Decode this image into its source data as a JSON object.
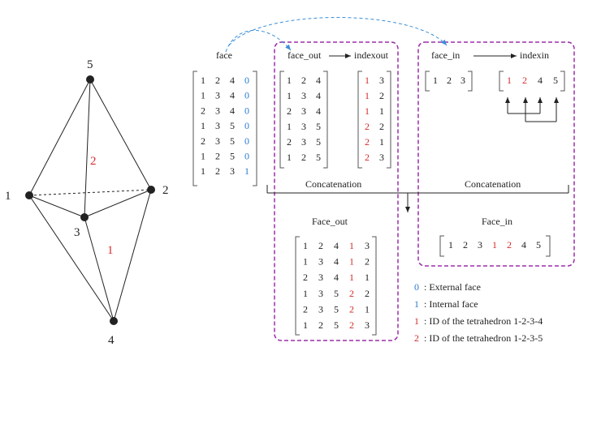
{
  "colors": {
    "black": "#222222",
    "red": "#d62b2b",
    "blue": "#2a7bd0",
    "purple": "#9b2fa8",
    "dashed_blue": "#3a8fd8"
  },
  "tetrahedron": {
    "vertex_labels": [
      "1",
      "2",
      "3",
      "4",
      "5"
    ],
    "region_labels": [
      "2",
      "1"
    ]
  },
  "headers": {
    "face": "face",
    "face_out": "face_out",
    "indexout": "indexout",
    "face_in": "face_in",
    "indexin": "indexin",
    "concat_left": "Concatenation",
    "concat_right": "Concatenation",
    "Face_out": "Face_out",
    "Face_in": "Face_in"
  },
  "face_matrix": {
    "cols3": [
      [
        "1",
        "2",
        "4"
      ],
      [
        "1",
        "3",
        "4"
      ],
      [
        "2",
        "3",
        "4"
      ],
      [
        "1",
        "3",
        "5"
      ],
      [
        "2",
        "3",
        "5"
      ],
      [
        "1",
        "2",
        "5"
      ],
      [
        "1",
        "2",
        "3"
      ]
    ],
    "flag": [
      "0",
      "0",
      "0",
      "0",
      "0",
      "0",
      "1"
    ]
  },
  "face_out_matrix": [
    [
      "1",
      "2",
      "4"
    ],
    [
      "1",
      "3",
      "4"
    ],
    [
      "2",
      "3",
      "4"
    ],
    [
      "1",
      "3",
      "5"
    ],
    [
      "2",
      "3",
      "5"
    ],
    [
      "1",
      "2",
      "5"
    ]
  ],
  "indexout_matrix": [
    [
      "1",
      "3"
    ],
    [
      "1",
      "2"
    ],
    [
      "1",
      "1"
    ],
    [
      "2",
      "2"
    ],
    [
      "2",
      "1"
    ],
    [
      "2",
      "3"
    ]
  ],
  "face_in_row": [
    "1",
    "2",
    "3"
  ],
  "indexin_row": [
    "1",
    "2",
    "4",
    "5"
  ],
  "Face_out_matrix": [
    [
      "1",
      "2",
      "4",
      "1",
      "3"
    ],
    [
      "1",
      "3",
      "4",
      "1",
      "2"
    ],
    [
      "2",
      "3",
      "4",
      "1",
      "1"
    ],
    [
      "1",
      "3",
      "5",
      "2",
      "2"
    ],
    [
      "2",
      "3",
      "5",
      "2",
      "1"
    ],
    [
      "1",
      "2",
      "5",
      "2",
      "3"
    ]
  ],
  "Face_in_row": [
    "1",
    "2",
    "3",
    "1",
    "2",
    "4",
    "5"
  ],
  "legend": [
    {
      "symbol": "0",
      "color": "blue",
      "text": ": External face"
    },
    {
      "symbol": "1",
      "color": "blue",
      "text": ": Internal face"
    },
    {
      "symbol": "1",
      "color": "red",
      "text": ": ID of the tetrahedron 1-2-3-4"
    },
    {
      "symbol": "2",
      "color": "red",
      "text": ": ID of the tetrahedron 1-2-3-5"
    }
  ]
}
